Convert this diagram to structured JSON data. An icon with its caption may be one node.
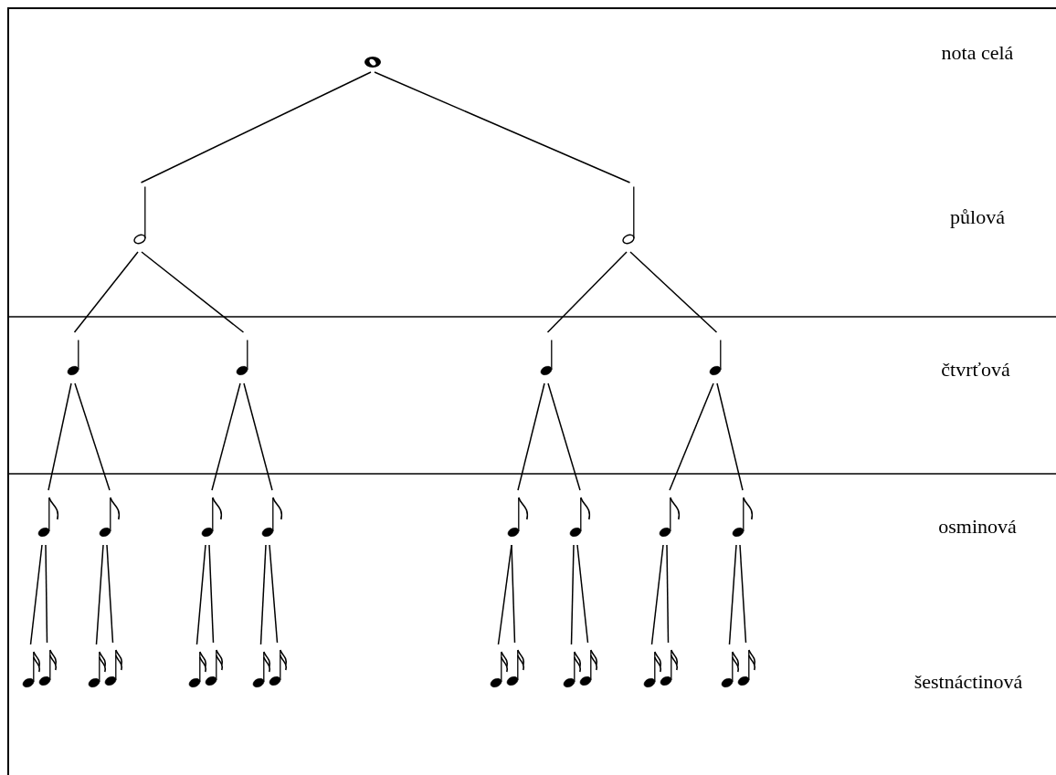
{
  "diagram": {
    "nodes": [
      {
        "text": [],
        "shape": "picture"
      },
      {
        "text": [],
        "shape": "picture"
      },
      {
        "text": [],
        "shape": "picture"
      },
      {
        "text": [],
        "shape": "picture"
      },
      {
        "text": [],
        "shape": "picture"
      },
      {
        "text": [],
        "shape": "picture"
      },
      {
        "text": [],
        "shape": "picture"
      },
      {
        "text": [],
        "shape": "picture"
      },
      {
        "text": [],
        "shape": "picture"
      },
      {
        "text": [],
        "shape": "picture"
      },
      {
        "text": [],
        "shape": "picture"
      },
      {
        "text": [],
        "shape": "picture"
      },
      {
        "text": [],
        "shape": "picture"
      },
      {
        "text": [],
        "shape": "picture"
      },
      {
        "text": [],
        "shape": "picture"
      },
      {
        "text": [],
        "shape": "picture"
      },
      {
        "text": [],
        "shape": "picture"
      },
      {
        "text": [],
        "shape": "picture"
      },
      {
        "text": [],
        "shape": "picture"
      },
      {
        "text": [],
        "shape": "picture"
      },
      {
        "text": [],
        "shape": "picture"
      },
      {
        "text": [],
        "shape": "picture"
      },
      {
        "text": [],
        "shape": "picture"
      },
      {
        "text": [],
        "shape": "picture"
      },
      {
        "text": [],
        "shape": "picture"
      },
      {
        "text": [],
        "shape": "picture"
      },
      {
        "text": [],
        "shape": "picture"
      },
      {
        "text": [],
        "shape": "picture"
      },
      {
        "text": [],
        "shape": "picture"
      },
      {
        "text": [],
        "shape": "picture"
      },
      {
        "text": [],
        "shape": "picture"
      }
    ],
    "edges": [
      {
        "from": 0,
        "to": 1,
        "arrow": "none"
      },
      {
        "from": 0,
        "to": 2,
        "arrow": "none"
      },
      {
        "from": 1,
        "to": 3,
        "arrow": "none"
      },
      {
        "from": 1,
        "to": 4,
        "arrow": "none"
      },
      {
        "from": 2,
        "to": 5,
        "arrow": "none"
      },
      {
        "from": 2,
        "to": 6,
        "arrow": "none"
      },
      {
        "from": 3,
        "to": 7,
        "arrow": "none"
      },
      {
        "from": 3,
        "to": 8,
        "arrow": "none"
      },
      {
        "from": 4,
        "to": 9,
        "arrow": "none"
      },
      {
        "from": 4,
        "to": 10,
        "arrow": "none"
      },
      {
        "from": 5,
        "to": 11,
        "arrow": "none"
      },
      {
        "from": 5,
        "to": 12,
        "arrow": "none"
      },
      {
        "from": 6,
        "to": 13,
        "arrow": "none"
      },
      {
        "from": 6,
        "to": 14,
        "arrow": "none"
      },
      {
        "from": 7,
        "to": 15,
        "arrow": "none"
      },
      {
        "from": 7,
        "to": 16,
        "arrow": "none"
      },
      {
        "from": 8,
        "to": 17,
        "arrow": "none"
      },
      {
        "from": 8,
        "to": 18,
        "arrow": "none"
      },
      {
        "from": 9,
        "to": 19,
        "arrow": "none"
      },
      {
        "from": 9,
        "to": 20,
        "arrow": "none"
      },
      {
        "from": 10,
        "to": 21,
        "arrow": "none"
      },
      {
        "from": 10,
        "to": 22,
        "arrow": "none"
      },
      {
        "from": 11,
        "to": 23,
        "arrow": "none"
      },
      {
        "from": 11,
        "to": 24,
        "arrow": "none"
      },
      {
        "from": 12,
        "to": 25,
        "arrow": "none"
      },
      {
        "from": 12,
        "to": 26,
        "arrow": "none"
      },
      {
        "from": 13,
        "to": 27,
        "arrow": "none"
      },
      {
        "from": 13,
        "to": 28,
        "arrow": "none"
      },
      {
        "from": 14,
        "to": 29,
        "arrow": "none"
      },
      {
        "from": 14,
        "to": 30,
        "arrow": "none"
      }
    ],
    "labels": [
      "nota celá",
      "půlová",
      "čtvrťová",
      "osminová",
      "šestnáctinová"
    ]
  }
}
